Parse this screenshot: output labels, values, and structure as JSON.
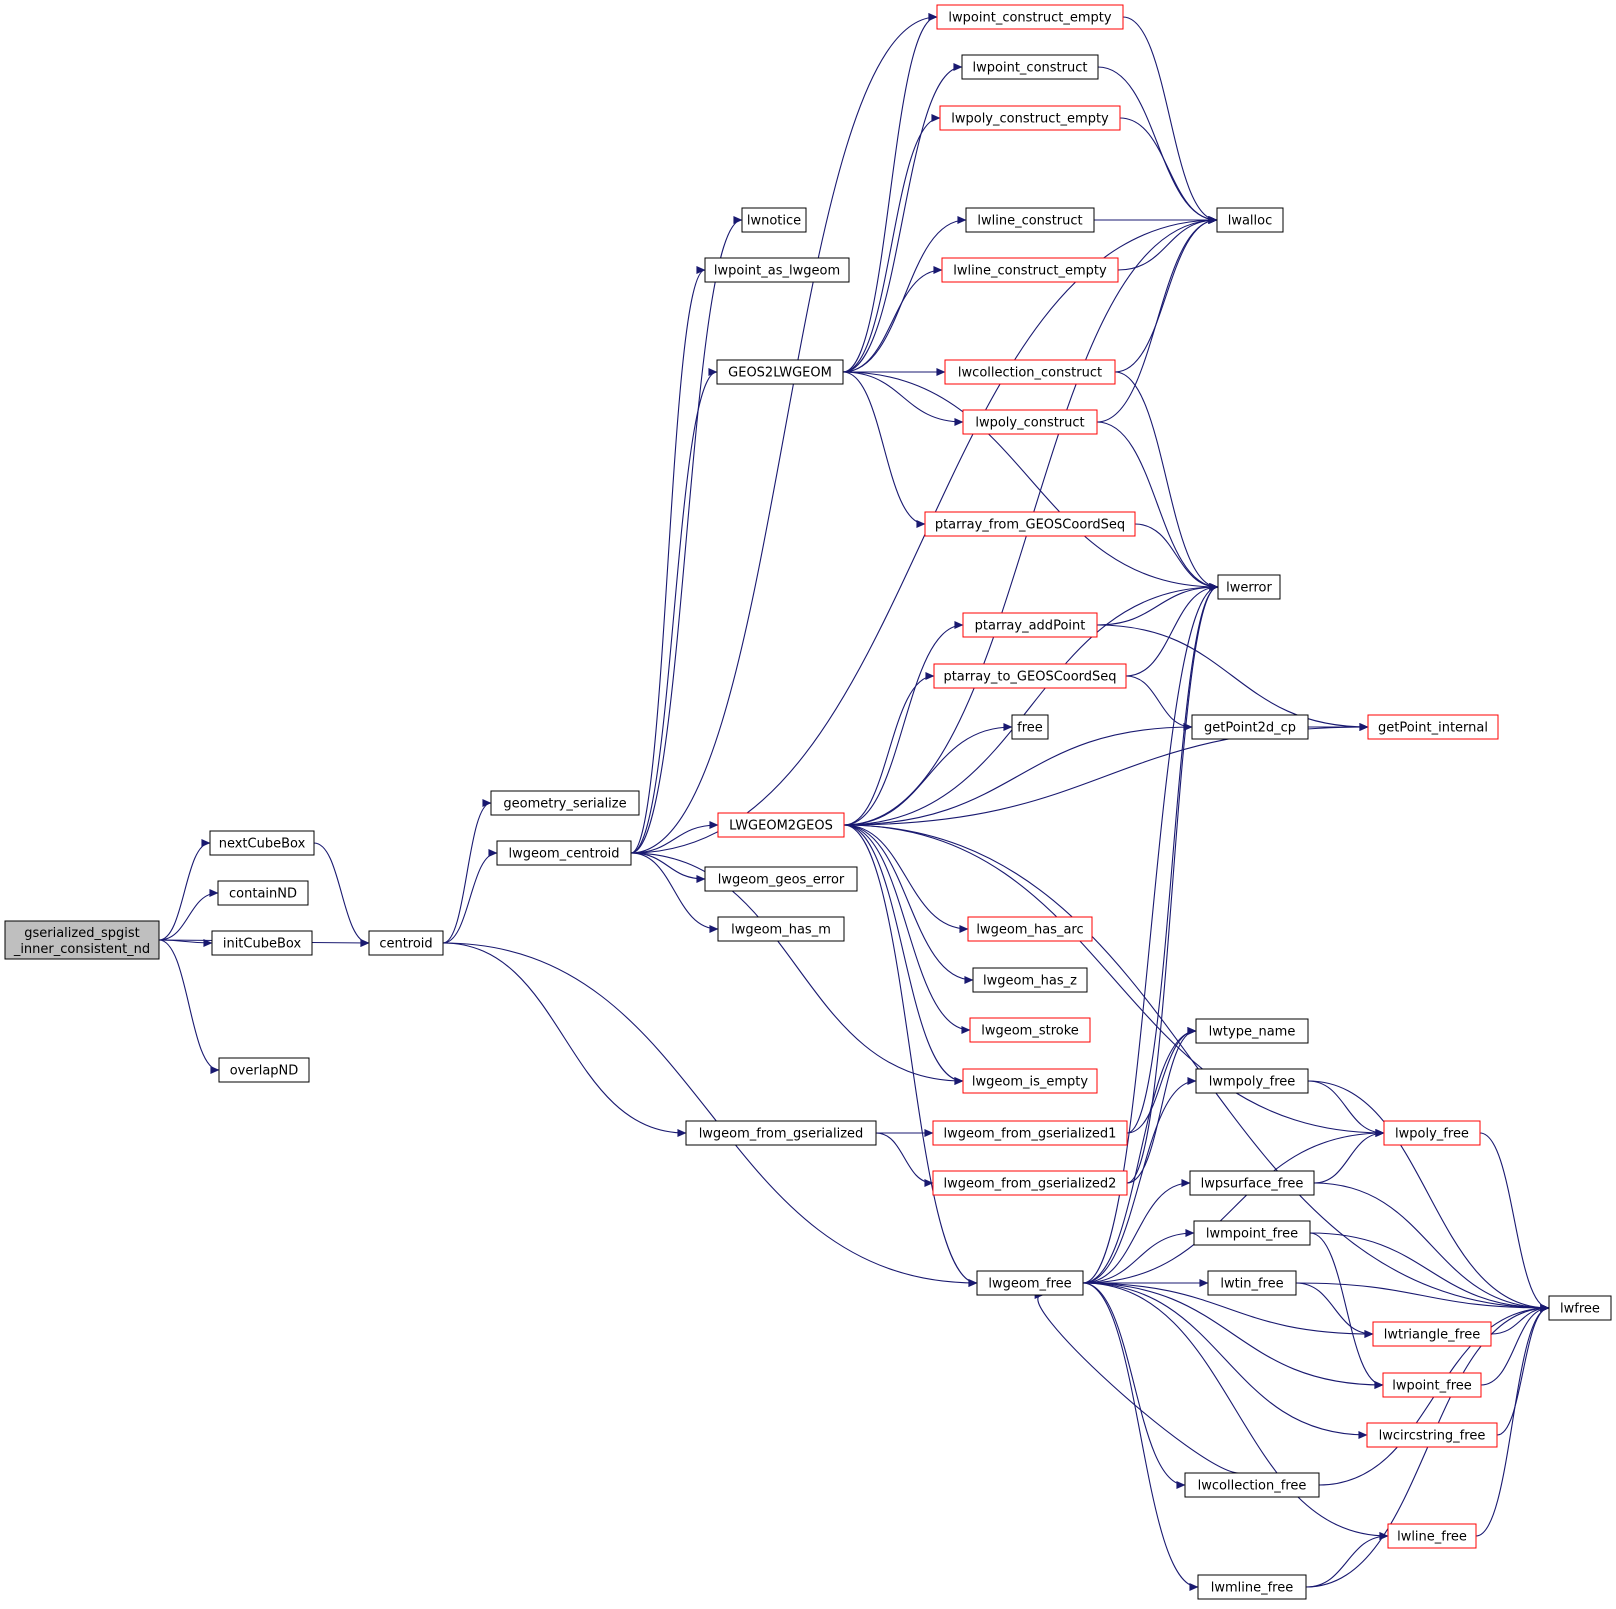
{
  "graph": {
    "title": "",
    "edge_color": "#191970",
    "nodes": [
      {
        "id": "root",
        "label_line1": "gserialized_spgist",
        "label_line2": "_inner_consistent_nd",
        "style": "root"
      },
      {
        "id": "nextCubeBox",
        "label": "nextCubeBox",
        "style": "black"
      },
      {
        "id": "containND",
        "label": "containND",
        "style": "black"
      },
      {
        "id": "initCubeBox",
        "label": "initCubeBox",
        "style": "black"
      },
      {
        "id": "overlapND",
        "label": "overlapND",
        "style": "black"
      },
      {
        "id": "centroid",
        "label": "centroid",
        "style": "black"
      },
      {
        "id": "geometry_serialize",
        "label": "geometry_serialize",
        "style": "black"
      },
      {
        "id": "lwgeom_centroid",
        "label": "lwgeom_centroid",
        "style": "black"
      },
      {
        "id": "lwgeom_from_gserialized",
        "label": "lwgeom_from_gserialized",
        "style": "black"
      },
      {
        "id": "lwnotice",
        "label": "lwnotice",
        "style": "black"
      },
      {
        "id": "lwpoint_as_lwgeom",
        "label": "lwpoint_as_lwgeom",
        "style": "black"
      },
      {
        "id": "GEOS2LWGEOM",
        "label": "GEOS2LWGEOM",
        "style": "black"
      },
      {
        "id": "LWGEOM2GEOS",
        "label": "LWGEOM2GEOS",
        "style": "red"
      },
      {
        "id": "lwgeom_geos_error",
        "label": "lwgeom_geos_error",
        "style": "black"
      },
      {
        "id": "lwgeom_has_m",
        "label": "lwgeom_has_m",
        "style": "black"
      },
      {
        "id": "lwpoint_construct_empty",
        "label": "lwpoint_construct_empty",
        "style": "red"
      },
      {
        "id": "lwpoint_construct",
        "label": "lwpoint_construct",
        "style": "black"
      },
      {
        "id": "lwpoly_construct_empty",
        "label": "lwpoly_construct_empty",
        "style": "red"
      },
      {
        "id": "lwline_construct",
        "label": "lwline_construct",
        "style": "black"
      },
      {
        "id": "lwline_construct_empty",
        "label": "lwline_construct_empty",
        "style": "red"
      },
      {
        "id": "lwcollection_construct",
        "label": "lwcollection_construct",
        "style": "red"
      },
      {
        "id": "lwpoly_construct",
        "label": "lwpoly_construct",
        "style": "red"
      },
      {
        "id": "ptarray_from_GEOSCoordSeq",
        "label": "ptarray_from_GEOSCoordSeq",
        "style": "red"
      },
      {
        "id": "ptarray_addPoint",
        "label": "ptarray_addPoint",
        "style": "red"
      },
      {
        "id": "ptarray_to_GEOSCoordSeq",
        "label": "ptarray_to_GEOSCoordSeq",
        "style": "red"
      },
      {
        "id": "free",
        "label": "free",
        "style": "black"
      },
      {
        "id": "lwgeom_has_arc",
        "label": "lwgeom_has_arc",
        "style": "red"
      },
      {
        "id": "lwgeom_has_z",
        "label": "lwgeom_has_z",
        "style": "black"
      },
      {
        "id": "lwgeom_stroke",
        "label": "lwgeom_stroke",
        "style": "red"
      },
      {
        "id": "lwgeom_is_empty",
        "label": "lwgeom_is_empty",
        "style": "red"
      },
      {
        "id": "lwgeom_from_gserialized1",
        "label": "lwgeom_from_gserialized1",
        "style": "red"
      },
      {
        "id": "lwgeom_from_gserialized2",
        "label": "lwgeom_from_gserialized2",
        "style": "red"
      },
      {
        "id": "lwgeom_free",
        "label": "lwgeom_free",
        "style": "black"
      },
      {
        "id": "lwalloc",
        "label": "lwalloc",
        "style": "black"
      },
      {
        "id": "lwerror",
        "label": "lwerror",
        "style": "black"
      },
      {
        "id": "getPoint2d_cp",
        "label": "getPoint2d_cp",
        "style": "black"
      },
      {
        "id": "getPoint_internal",
        "label": "getPoint_internal",
        "style": "red"
      },
      {
        "id": "lwtype_name",
        "label": "lwtype_name",
        "style": "black"
      },
      {
        "id": "lwmpoly_free",
        "label": "lwmpoly_free",
        "style": "black"
      },
      {
        "id": "lwpsurface_free",
        "label": "lwpsurface_free",
        "style": "black"
      },
      {
        "id": "lwmpoint_free",
        "label": "lwmpoint_free",
        "style": "black"
      },
      {
        "id": "lwtin_free",
        "label": "lwtin_free",
        "style": "black"
      },
      {
        "id": "lwcollection_free",
        "label": "lwcollection_free",
        "style": "black"
      },
      {
        "id": "lwmline_free",
        "label": "lwmline_free",
        "style": "black"
      },
      {
        "id": "lwpoly_free",
        "label": "lwpoly_free",
        "style": "red"
      },
      {
        "id": "lwtriangle_free",
        "label": "lwtriangle_free",
        "style": "red"
      },
      {
        "id": "lwpoint_free",
        "label": "lwpoint_free",
        "style": "red"
      },
      {
        "id": "lwcircstring_free",
        "label": "lwcircstring_free",
        "style": "red"
      },
      {
        "id": "lwline_free",
        "label": "lwline_free",
        "style": "red"
      },
      {
        "id": "lwfree",
        "label": "lwfree",
        "style": "black"
      }
    ],
    "edges": [
      {
        "from": "root",
        "to": "nextCubeBox"
      },
      {
        "from": "root",
        "to": "containND"
      },
      {
        "from": "root",
        "to": "initCubeBox"
      },
      {
        "from": "root",
        "to": "centroid"
      },
      {
        "from": "root",
        "to": "overlapND"
      },
      {
        "from": "nextCubeBox",
        "to": "centroid"
      },
      {
        "from": "centroid",
        "to": "geometry_serialize"
      },
      {
        "from": "centroid",
        "to": "lwgeom_centroid"
      },
      {
        "from": "centroid",
        "to": "lwgeom_from_gserialized"
      },
      {
        "from": "centroid",
        "to": "lwgeom_free"
      },
      {
        "from": "lwgeom_centroid",
        "to": "lwnotice"
      },
      {
        "from": "lwgeom_centroid",
        "to": "lwpoint_as_lwgeom"
      },
      {
        "from": "lwgeom_centroid",
        "to": "GEOS2LWGEOM"
      },
      {
        "from": "lwgeom_centroid",
        "to": "LWGEOM2GEOS"
      },
      {
        "from": "lwgeom_centroid",
        "to": "lwgeom_geos_error"
      },
      {
        "from": "lwgeom_centroid",
        "to": "lwgeom_has_m"
      },
      {
        "from": "lwgeom_centroid",
        "to": "lwgeom_is_empty"
      },
      {
        "from": "lwgeom_centroid",
        "to": "lwpoint_construct_empty"
      },
      {
        "from": "lwgeom_centroid",
        "to": "lwalloc"
      },
      {
        "from": "GEOS2LWGEOM",
        "to": "lwpoint_construct_empty"
      },
      {
        "from": "GEOS2LWGEOM",
        "to": "lwpoint_construct"
      },
      {
        "from": "GEOS2LWGEOM",
        "to": "lwpoly_construct_empty"
      },
      {
        "from": "GEOS2LWGEOM",
        "to": "lwline_construct"
      },
      {
        "from": "GEOS2LWGEOM",
        "to": "lwline_construct_empty"
      },
      {
        "from": "GEOS2LWGEOM",
        "to": "lwcollection_construct"
      },
      {
        "from": "GEOS2LWGEOM",
        "to": "lwpoly_construct"
      },
      {
        "from": "GEOS2LWGEOM",
        "to": "ptarray_from_GEOSCoordSeq"
      },
      {
        "from": "GEOS2LWGEOM",
        "to": "lwerror"
      },
      {
        "from": "lwpoint_construct_empty",
        "to": "lwalloc"
      },
      {
        "from": "lwpoint_construct",
        "to": "lwalloc"
      },
      {
        "from": "lwpoly_construct_empty",
        "to": "lwalloc"
      },
      {
        "from": "lwline_construct",
        "to": "lwalloc"
      },
      {
        "from": "lwline_construct_empty",
        "to": "lwalloc"
      },
      {
        "from": "lwcollection_construct",
        "to": "lwalloc"
      },
      {
        "from": "lwcollection_construct",
        "to": "lwerror"
      },
      {
        "from": "lwpoly_construct",
        "to": "lwalloc"
      },
      {
        "from": "lwpoly_construct",
        "to": "lwerror"
      },
      {
        "from": "ptarray_from_GEOSCoordSeq",
        "to": "lwerror"
      },
      {
        "from": "LWGEOM2GEOS",
        "to": "lwalloc"
      },
      {
        "from": "LWGEOM2GEOS",
        "to": "lwerror"
      },
      {
        "from": "LWGEOM2GEOS",
        "to": "ptarray_addPoint"
      },
      {
        "from": "LWGEOM2GEOS",
        "to": "ptarray_to_GEOSCoordSeq"
      },
      {
        "from": "LWGEOM2GEOS",
        "to": "free"
      },
      {
        "from": "LWGEOM2GEOS",
        "to": "getPoint2d_cp"
      },
      {
        "from": "LWGEOM2GEOS",
        "to": "getPoint_internal"
      },
      {
        "from": "LWGEOM2GEOS",
        "to": "lwfree"
      },
      {
        "from": "LWGEOM2GEOS",
        "to": "lwgeom_has_arc"
      },
      {
        "from": "LWGEOM2GEOS",
        "to": "lwgeom_has_z"
      },
      {
        "from": "LWGEOM2GEOS",
        "to": "lwgeom_stroke"
      },
      {
        "from": "LWGEOM2GEOS",
        "to": "lwgeom_is_empty"
      },
      {
        "from": "LWGEOM2GEOS",
        "to": "lwgeom_free"
      },
      {
        "from": "LWGEOM2GEOS",
        "to": "lwpoly_free"
      },
      {
        "from": "ptarray_addPoint",
        "to": "lwerror"
      },
      {
        "from": "ptarray_addPoint",
        "to": "getPoint_internal"
      },
      {
        "from": "ptarray_to_GEOSCoordSeq",
        "to": "lwerror"
      },
      {
        "from": "ptarray_to_GEOSCoordSeq",
        "to": "getPoint2d_cp"
      },
      {
        "from": "getPoint2d_cp",
        "to": "getPoint_internal"
      },
      {
        "from": "lwgeom_from_gserialized",
        "to": "lwgeom_from_gserialized1"
      },
      {
        "from": "lwgeom_from_gserialized",
        "to": "lwgeom_from_gserialized2"
      },
      {
        "from": "lwgeom_from_gserialized1",
        "to": "lwtype_name"
      },
      {
        "from": "lwgeom_from_gserialized1",
        "to": "lwerror"
      },
      {
        "from": "lwgeom_from_gserialized2",
        "to": "lwtype_name"
      },
      {
        "from": "lwgeom_from_gserialized2",
        "to": "lwerror"
      },
      {
        "from": "lwgeom_free",
        "to": "lwerror"
      },
      {
        "from": "lwgeom_free",
        "to": "lwtype_name"
      },
      {
        "from": "lwgeom_free",
        "to": "lwmpoly_free"
      },
      {
        "from": "lwgeom_free",
        "to": "lwpsurface_free"
      },
      {
        "from": "lwgeom_free",
        "to": "lwmpoint_free"
      },
      {
        "from": "lwgeom_free",
        "to": "lwtin_free"
      },
      {
        "from": "lwgeom_free",
        "to": "lwtriangle_free"
      },
      {
        "from": "lwgeom_free",
        "to": "lwpoint_free"
      },
      {
        "from": "lwgeom_free",
        "to": "lwcircstring_free"
      },
      {
        "from": "lwgeom_free",
        "to": "lwcollection_free"
      },
      {
        "from": "lwgeom_free",
        "to": "lwline_free"
      },
      {
        "from": "lwgeom_free",
        "to": "lwmline_free"
      },
      {
        "from": "lwgeom_free",
        "to": "lwpoly_free"
      },
      {
        "from": "lwcollection_free",
        "to": "lwgeom_free"
      },
      {
        "from": "lwcollection_free",
        "to": "lwfree"
      },
      {
        "from": "lwmpoly_free",
        "to": "lwpoly_free"
      },
      {
        "from": "lwmpoly_free",
        "to": "lwfree"
      },
      {
        "from": "lwpsurface_free",
        "to": "lwpoly_free"
      },
      {
        "from": "lwpsurface_free",
        "to": "lwfree"
      },
      {
        "from": "lwmpoint_free",
        "to": "lwpoint_free"
      },
      {
        "from": "lwmpoint_free",
        "to": "lwfree"
      },
      {
        "from": "lwtin_free",
        "to": "lwtriangle_free"
      },
      {
        "from": "lwtin_free",
        "to": "lwfree"
      },
      {
        "from": "lwmline_free",
        "to": "lwline_free"
      },
      {
        "from": "lwmline_free",
        "to": "lwfree"
      },
      {
        "from": "lwpoly_free",
        "to": "lwfree"
      },
      {
        "from": "lwtriangle_free",
        "to": "lwfree"
      },
      {
        "from": "lwpoint_free",
        "to": "lwfree"
      },
      {
        "from": "lwcircstring_free",
        "to": "lwfree"
      },
      {
        "from": "lwline_free",
        "to": "lwfree"
      }
    ]
  }
}
